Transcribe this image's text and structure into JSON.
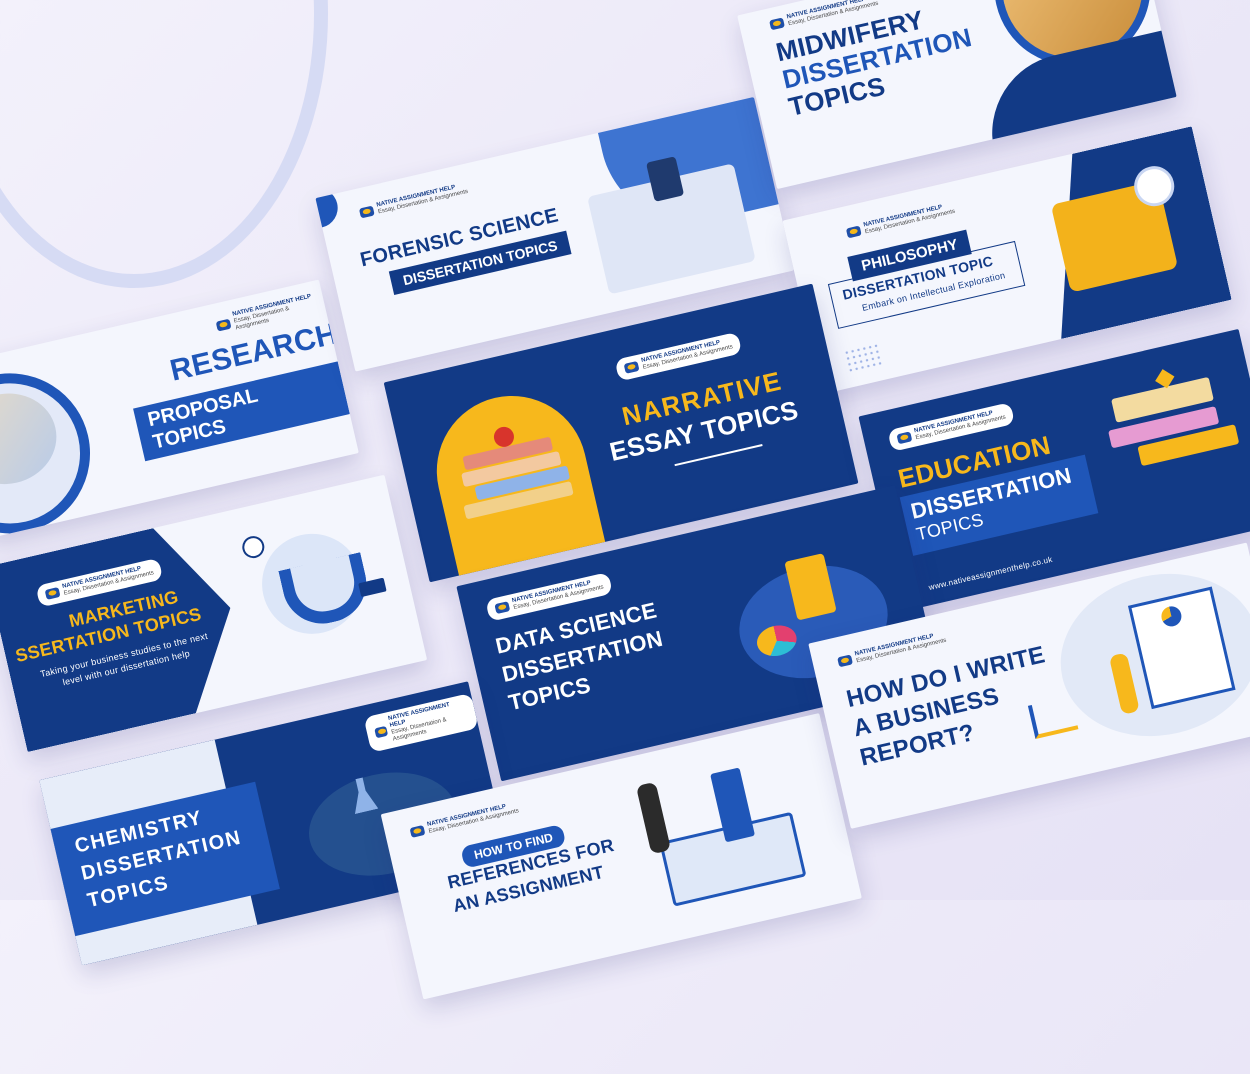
{
  "brand": {
    "name": "NATIVE ASSIGNMENT HELP",
    "tagline": "Essay, Dissertation & Assignments"
  },
  "banners": {
    "research": {
      "line1": "RESEARCH",
      "line2": "PROPOSAL TOPICS"
    },
    "forensic": {
      "line1": "FORENSIC SCIENCE",
      "line2": "DISSERTATION TOPICS"
    },
    "midwifery": {
      "line1": "MIDWIFERY",
      "line2": "DISSERTATION",
      "line3": "TOPICS"
    },
    "philosophy": {
      "line1": "PHILOSOPHY",
      "line2": "DISSERTATION TOPIC",
      "line3": "Embark on Intellectual Exploration"
    },
    "narrative": {
      "line1": "NARRATIVE",
      "line2": "ESSAY TOPICS"
    },
    "marketing": {
      "line1": "MARKETING",
      "line2": "SSERTATION TOPICS",
      "line3": "Taking your business studies to the next",
      "line4": "level with our dissertation help"
    },
    "education": {
      "line1": "EDUCATION",
      "line2": "DISSERTATION",
      "line3": "TOPICS",
      "url": "www.nativeassignmenthelp.co.uk"
    },
    "datascience": {
      "line1": "DATA SCIENCE",
      "line2": "DISSERTATION",
      "line3": "TOPICS"
    },
    "chemistry": {
      "line1": "CHEMISTRY",
      "line2": "DISSERTATION",
      "line3": "TOPICS"
    },
    "references": {
      "line1": "HOW TO FIND",
      "line2": "REFERENCES FOR",
      "line3": "AN ASSIGNMENT"
    },
    "business": {
      "line1": "HOW DO I WRITE",
      "line2": "A BUSINESS",
      "line3": "REPORT?"
    }
  },
  "colors": {
    "navy": "#123a86",
    "blue": "#1f56b8",
    "yellow": "#f7b81c",
    "light": "#f4f6fd"
  }
}
